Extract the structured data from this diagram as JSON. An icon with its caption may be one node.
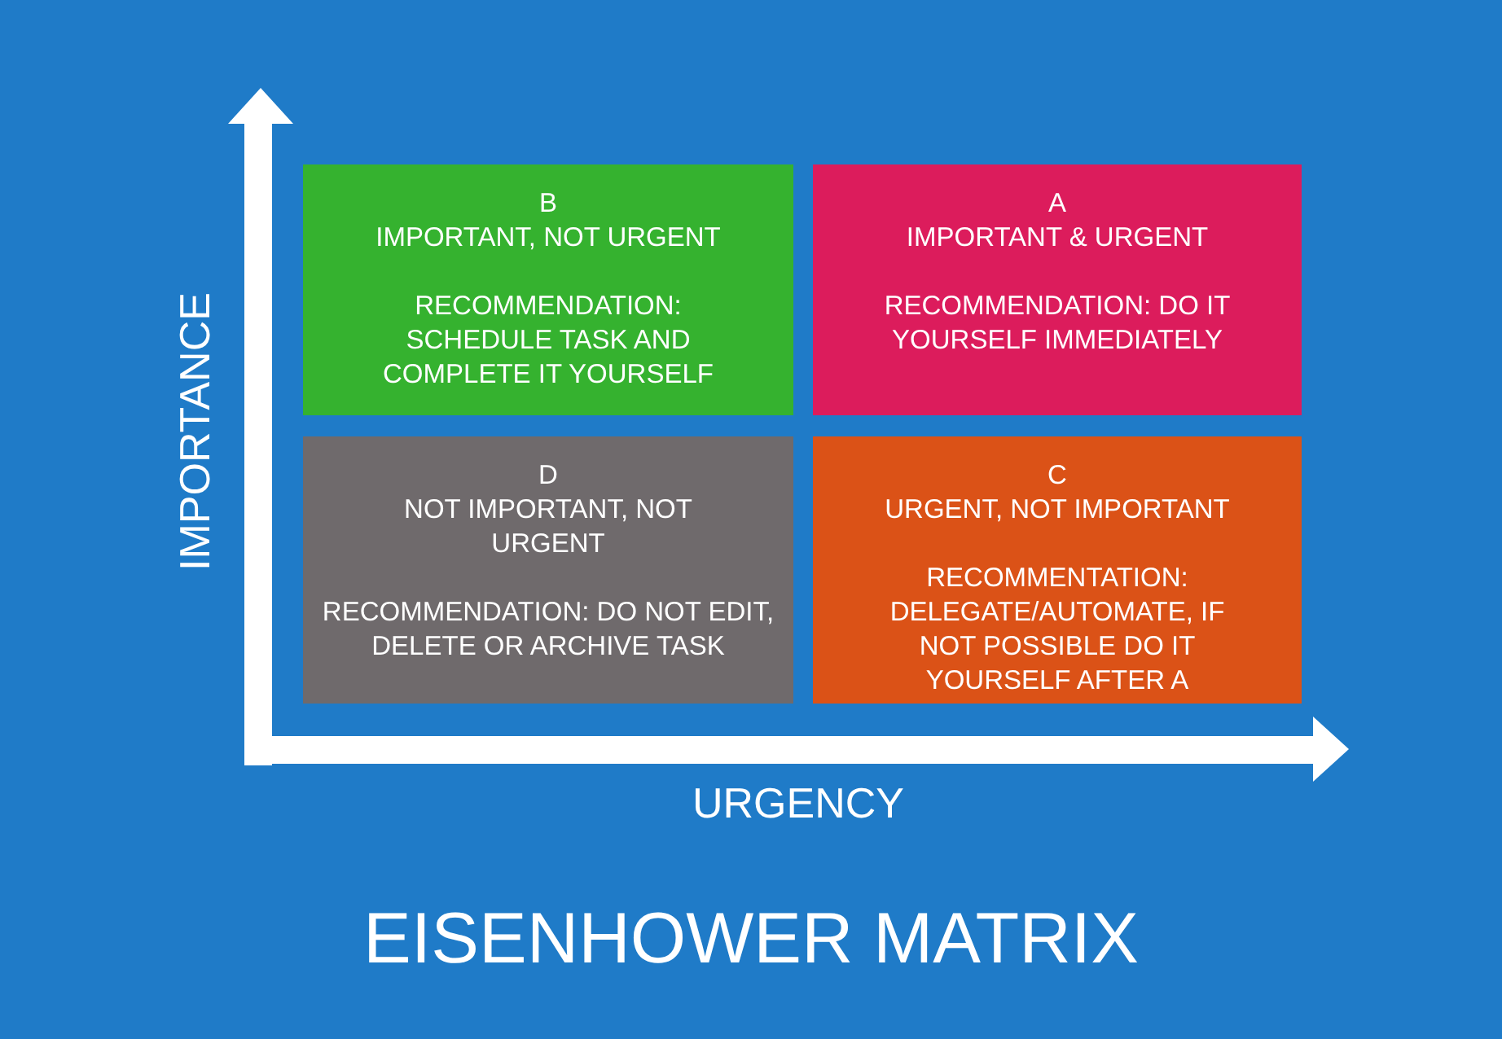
{
  "diagram": {
    "title": "EISENHOWER MATRIX",
    "nodes": [
      {
        "text": [
          "B",
          "IMPORTANT, NOT URGENT",
          "RECOMMENDATION: SCHEDULE TASK AND COMPLETE IT YOURSELF"
        ]
      },
      {
        "text": [
          "A",
          "IMPORTANT & URGENT",
          "RECOMMENDATION: DO IT YOURSELF IMMEDIATELY"
        ]
      },
      {
        "text": [
          "D",
          "NOT IMPORTANT, NOT URGENT",
          "RECOMMENDATION: DO NOT EDIT, DELETE OR ARCHIVE TASK"
        ]
      },
      {
        "text": [
          "C",
          "URGENT, NOT IMPORTANT",
          "RECOMMENTATION: DELEGATE/AUTOMATE, IF NOT POSSIBLE DO IT YOURSELF AFTER A"
        ]
      }
    ],
    "labels": [
      "IMPORTANCE",
      "URGENCY"
    ]
  }
}
